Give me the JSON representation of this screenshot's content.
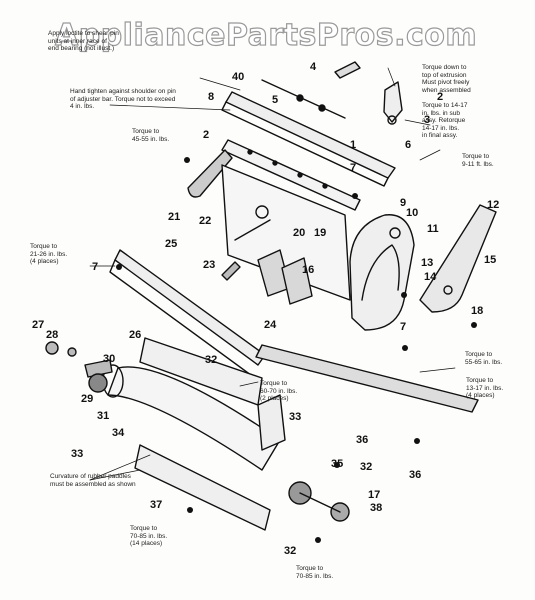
{
  "watermark": "AppliancePartsPros.com",
  "part_labels": [
    "4",
    "40",
    "5",
    "8",
    "1",
    "2",
    "3",
    "7",
    "6",
    "2",
    "21",
    "22",
    "20",
    "19",
    "10",
    "9",
    "11",
    "12",
    "15",
    "25",
    "7",
    "23",
    "16",
    "14",
    "13",
    "27",
    "28",
    "26",
    "24",
    "7",
    "18",
    "30",
    "32",
    "29",
    "31",
    "33",
    "34",
    "33",
    "36",
    "32",
    "35",
    "36",
    "17",
    "38",
    "37",
    "32"
  ],
  "notes": [
    "Apply loctite to shear pin\nunits at inner race of\nend bearing (not illust.)",
    "Hand tighten against shoulder on pin\nof adjuster bar. Torque not to exceed\n4 in. lbs.",
    "Torque to\n45-55 in. lbs.",
    "Torque to 14-17\nin. lbs. in sub\nassy. Retorque\n14-17 in. lbs.\nin final assy.",
    "Torque down to\ntop of extrusion\nMust pivot freely\nwhen assembled",
    "Torque to\n9-11 ft. lbs.",
    "Torque to\n21-26 in. lbs.\n(4 places)",
    "Torque to\n55-65 in. lbs.",
    "Torque to\n60-70 in. lbs.\n(2 places)",
    "Torque to\n13-17 in. lbs.\n(4 places)",
    "Curvature of rubber paddles\nmust be assembled as shown",
    "Torque to\n70-85 in. lbs.\n(14 places)",
    "Torque to\n70-85 in. lbs."
  ]
}
